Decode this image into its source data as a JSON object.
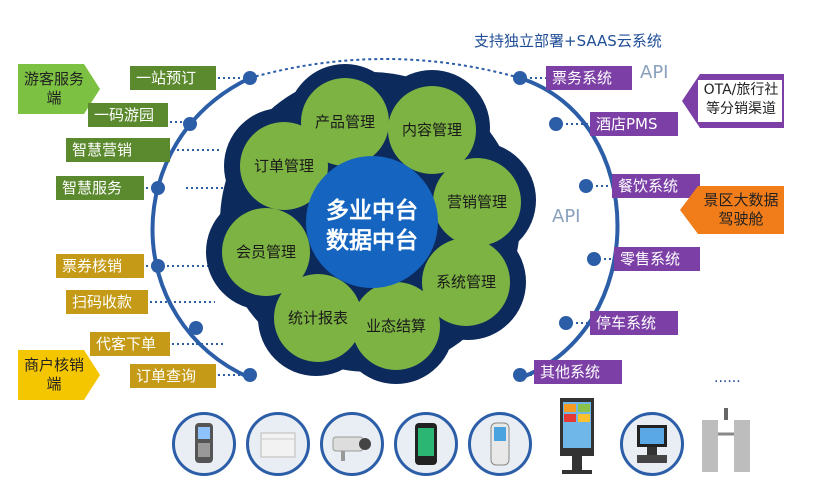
{
  "title": "支持独立部署+SAAS云系统",
  "left_groups": [
    {
      "label": "游客服务端"
    },
    {
      "label": "商户核销端"
    }
  ],
  "left_items": [
    {
      "label": "一站预订",
      "color": "#5b8a2e"
    },
    {
      "label": "一码游园",
      "color": "#5b8a2e"
    },
    {
      "label": "智慧营销",
      "color": "#5b8a2e"
    },
    {
      "label": "智慧服务",
      "color": "#5b8a2e"
    },
    {
      "label": "票券核销",
      "color": "#c49a16"
    },
    {
      "label": "扫码收款",
      "color": "#c49a16"
    },
    {
      "label": "代客下单",
      "color": "#c49a16"
    },
    {
      "label": "订单查询",
      "color": "#c49a16"
    }
  ],
  "right_items": [
    {
      "label": "票务系统"
    },
    {
      "label": "酒店PMS"
    },
    {
      "label": "餐饮系统"
    },
    {
      "label": "零售系统"
    },
    {
      "label": "停车系统"
    },
    {
      "label": "其他系统"
    }
  ],
  "right_tags": [
    {
      "label": "OTA/旅行社等分销渠道"
    },
    {
      "label": "景区大数据驾驶舱"
    }
  ],
  "api_labels": [
    "API",
    "API"
  ],
  "center": {
    "line1": "多业中台",
    "line2": "数据中台"
  },
  "modules": [
    "产品管理",
    "内容管理",
    "营销管理",
    "系统管理",
    "业态结算",
    "统计报表",
    "会员管理",
    "订单管理"
  ],
  "more": "......",
  "devices": [
    "handheld-terminal",
    "access-box",
    "camera",
    "pos-phone",
    "pos-terminal",
    "kiosk",
    "cash-register",
    "turnstile"
  ],
  "colors": {
    "left_primary": "#5b8a2e",
    "left_merchant": "#c49a16",
    "right": "#7b3fa6",
    "ring": "#2c5ea8",
    "petal": "#7cb342",
    "center": "#1565c0",
    "orange": "#f07c1a",
    "purple_tag": "#7b3fa6",
    "green_tag": "#7cc142",
    "gold_tag": "#f4c600"
  }
}
